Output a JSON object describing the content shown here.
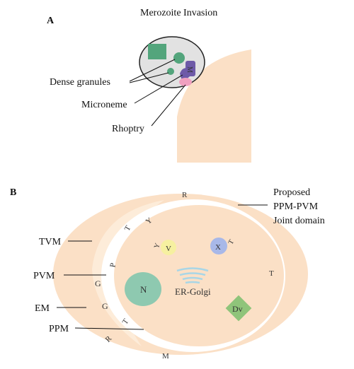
{
  "panel_a": {
    "letter": "A",
    "title": "Merozoite Invasion",
    "labels": {
      "dense_granules": "Dense granules",
      "microneme": "Microneme",
      "rhoptry": "Rhoptry",
      "m_mark": "M"
    }
  },
  "panel_b": {
    "letter": "B",
    "proposed_domain": [
      "Proposed",
      "PPM-PVM",
      "Joint domain"
    ],
    "membranes": {
      "tvm": "TVM",
      "pvm": "PVM",
      "em": "EM",
      "ppm": "PPM"
    },
    "organelles": {
      "nucleus": "N",
      "vacuole_v": "V",
      "vacuole_x": "X",
      "er_golgi": "ER-Golgi",
      "dv": "Dv"
    },
    "rim_letters": {
      "r_top": "R",
      "t_right": "T",
      "m_bottom": "M",
      "r_bottom": "R",
      "t_left_low": "T",
      "p_left": "P",
      "t_left_up": "T",
      "y_left_up": "Y",
      "g_upper": "G",
      "g_lower": "G",
      "y_vacuole": "Y",
      "t_vacuole": "T"
    }
  },
  "colors": {
    "rbc": "#fbe0c6",
    "rbc_inner": "#fdecd9",
    "merozoite": "#e2e2e2",
    "dense_granule": "#53a57c",
    "rhoptry_purple": "#6e5aa8",
    "rhoptry_pink": "#f0a0c0",
    "nucleus": "#8ec9b0",
    "vacuole_v": "#f6f0a0",
    "vacuole_x": "#a8b8e8",
    "er_golgi": "#a9d6e6",
    "dv": "#8fc47a"
  }
}
